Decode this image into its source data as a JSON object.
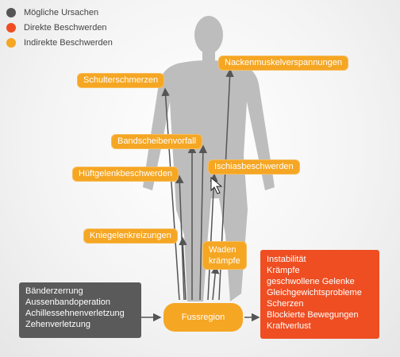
{
  "legend": [
    {
      "label": "Mögliche Ursachen",
      "color": "#555555"
    },
    {
      "label": "Direkte Beschwerden",
      "color": "#ee4e22"
    },
    {
      "label": "Indirekte Beschwerden",
      "color": "#f5a623"
    }
  ],
  "indirect": {
    "shoulder": "Schulterschmerzen",
    "neck": "Nackenmuskelverspannungen",
    "disc": "Bandscheibenvorfall",
    "hip": "Hüftgelenkbeschwerden",
    "sciatica": "Ischiasbeschwerden",
    "knee": "Kniegelenkreizungen",
    "calf": [
      "Waden",
      "krämpfe"
    ]
  },
  "causes": [
    "Bänderzerrung",
    "Aussenbandoperation",
    "Achillessehnenverletzung",
    "Zehenverletzung"
  ],
  "foot_region": "Fussregion",
  "direct": [
    "Instabilität",
    "Krämpfe",
    "geschwollene Gelenke",
    "Gleichgewichtsprobleme",
    "Scherzen",
    "Blockierte Bewegungen",
    "Kraftverlust"
  ],
  "colors": {
    "cause": "#5a5a5a",
    "direct": "#ee4e22",
    "indirect": "#f5a623",
    "arrow": "#555555",
    "body": "#b9b9b9"
  },
  "icons": {
    "cursor": "mouse-pointer-icon"
  }
}
